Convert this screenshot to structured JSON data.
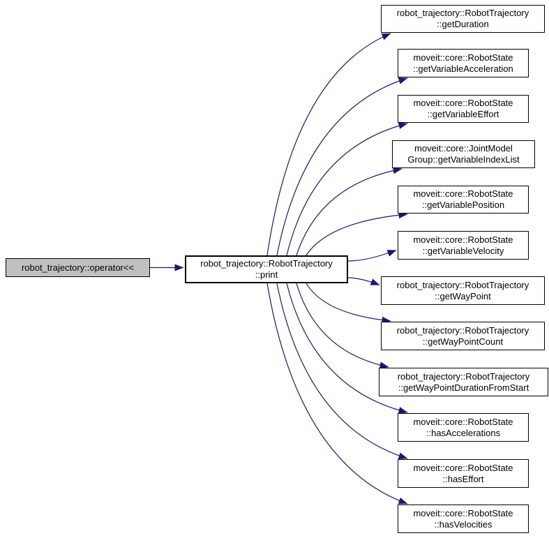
{
  "diagram": {
    "type": "call-graph",
    "colors": {
      "arrow": "#191970",
      "node_border": "#000000",
      "node_fill": "#ffffff",
      "focus_node_fill": "#c0c0c0",
      "background": "#ffffff",
      "text": "#000000"
    },
    "nodes": [
      {
        "id": "operator",
        "focus": true,
        "lines": [
          "robot_trajectory::operator<<"
        ]
      },
      {
        "id": "print",
        "lines": [
          "robot_trajectory::RobotTrajectory",
          "::print"
        ]
      },
      {
        "id": "getDuration",
        "lines": [
          "robot_trajectory::RobotTrajectory",
          "::getDuration"
        ]
      },
      {
        "id": "getVariableAcceleration",
        "lines": [
          "moveit::core::RobotState",
          "::getVariableAcceleration"
        ]
      },
      {
        "id": "getVariableEffort",
        "lines": [
          "moveit::core::RobotState",
          "::getVariableEffort"
        ]
      },
      {
        "id": "getVariableIndexList",
        "lines": [
          "moveit::core::JointModel",
          "Group::getVariableIndexList"
        ]
      },
      {
        "id": "getVariablePosition",
        "lines": [
          "moveit::core::RobotState",
          "::getVariablePosition"
        ]
      },
      {
        "id": "getVariableVelocity",
        "lines": [
          "moveit::core::RobotState",
          "::getVariableVelocity"
        ]
      },
      {
        "id": "getWayPoint",
        "lines": [
          "robot_trajectory::RobotTrajectory",
          "::getWayPoint"
        ]
      },
      {
        "id": "getWayPointCount",
        "lines": [
          "robot_trajectory::RobotTrajectory",
          "::getWayPointCount"
        ]
      },
      {
        "id": "getWayPointDurationFromStart",
        "lines": [
          "robot_trajectory::RobotTrajectory",
          "::getWayPointDurationFromStart"
        ]
      },
      {
        "id": "hasAccelerations",
        "lines": [
          "moveit::core::RobotState",
          "::hasAccelerations"
        ]
      },
      {
        "id": "hasEffort",
        "lines": [
          "moveit::core::RobotState",
          "::hasEffort"
        ]
      },
      {
        "id": "hasVelocities",
        "lines": [
          "moveit::core::RobotState",
          "::hasVelocities"
        ]
      }
    ],
    "edges": [
      {
        "from": "operator",
        "to": "print"
      },
      {
        "from": "print",
        "to": "getDuration"
      },
      {
        "from": "print",
        "to": "getVariableAcceleration"
      },
      {
        "from": "print",
        "to": "getVariableEffort"
      },
      {
        "from": "print",
        "to": "getVariableIndexList"
      },
      {
        "from": "print",
        "to": "getVariablePosition"
      },
      {
        "from": "print",
        "to": "getVariableVelocity"
      },
      {
        "from": "print",
        "to": "getWayPoint"
      },
      {
        "from": "print",
        "to": "getWayPointCount"
      },
      {
        "from": "print",
        "to": "getWayPointDurationFromStart"
      },
      {
        "from": "print",
        "to": "hasAccelerations"
      },
      {
        "from": "print",
        "to": "hasEffort"
      },
      {
        "from": "print",
        "to": "hasVelocities"
      }
    ]
  }
}
